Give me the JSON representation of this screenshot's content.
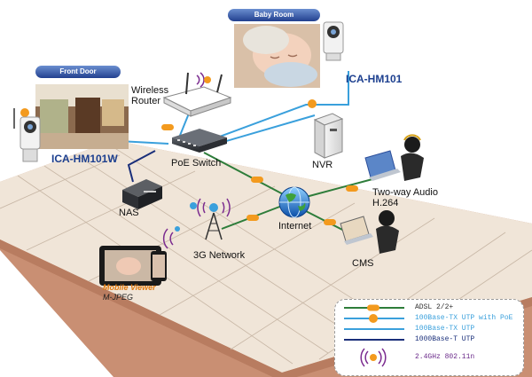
{
  "locations": {
    "baby_room": "Baby Room",
    "front_door": "Front Door"
  },
  "devices": {
    "camera_indoor": "ICA-HM101",
    "camera_wireless": "ICA-HM101W",
    "wireless_router": "Wireless\nRouter",
    "poe_switch": "PoE Switch",
    "nvr": "NVR",
    "nas": "NAS",
    "internet": "Internet",
    "network_3g": "3G Network",
    "two_way_audio": "Two-way Audio\nH.264",
    "cms": "CMS",
    "mobile_viewer": "Mobile Viewer",
    "mobile_codec": "M-JPEG"
  },
  "legend": {
    "items": [
      {
        "label": "ADSL 2/2+",
        "color": "#2e7d3a"
      },
      {
        "label": "100Base-TX UTP with PoE",
        "color": "#3aa0dc"
      },
      {
        "label": "100Base-TX UTP",
        "color": "#3aa0dc"
      },
      {
        "label": "1000Base-T UTP",
        "color": "#1a2f7a"
      },
      {
        "label": "2.4GHz 802.11n",
        "color": "#6a2a8a"
      }
    ]
  },
  "colors": {
    "floor_top": "#f0e5d8",
    "floor_grid": "#c2b09f",
    "floor_side": "#c98f73",
    "adsl": "#2e7d3a",
    "utp_poe": "#3aa0dc",
    "gigabit": "#1a2f7a",
    "wireless": "#7b2b8f",
    "tag_blue": "#2c4e9b",
    "badge_orange": "#f39a1e"
  }
}
